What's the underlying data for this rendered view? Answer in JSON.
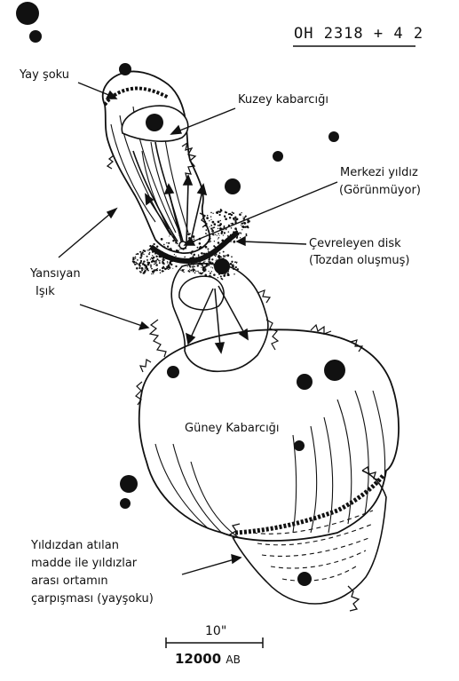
{
  "title": "OH 2318 + 4 2",
  "labels": {
    "bow_shock": "Yay şoku",
    "north_bubble": "Kuzey kabarcığı",
    "central_star_1": "Merkezi yıldız",
    "central_star_2": "(Görünmüyor)",
    "disk_1": "Çevreleyen disk",
    "disk_2": "(Tozdan oluşmuş)",
    "reflected_1": "Yansıyan",
    "reflected_2": "Işık",
    "south_bubble": "Güney Kabarcığı",
    "collision_1": "Yıldızdan atılan",
    "collision_2": "madde ile yıldızlar",
    "collision_3": "arası ortamın",
    "collision_4": "çarpışması (yayşoku)"
  },
  "scale": {
    "angular": "10\"",
    "distance": "12000",
    "unit": "AB"
  },
  "colors": {
    "ink": "#111111",
    "paper": "#ffffff"
  }
}
